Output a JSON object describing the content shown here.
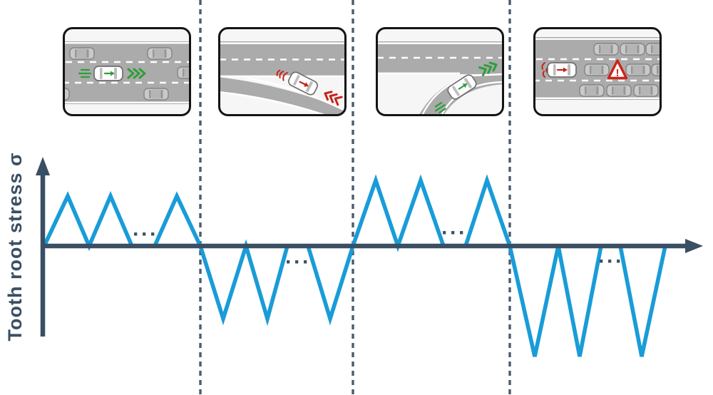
{
  "figure": {
    "y_axis_label": "Tooth root stress σ",
    "ellipsis": "···",
    "warning_exclamation": "!",
    "palette": {
      "waveform_blue": "#199cd8",
      "axis_slate": "#3a4f63",
      "separator_slate": "#4a5c6f",
      "acceleration_green": "#2f9e3b",
      "deceleration_red": "#c8231c",
      "road_gray": "#ababab"
    }
  },
  "scenes": [
    {
      "name": "constant-speed-highway",
      "indicator": "green-chevrons-forward"
    },
    {
      "name": "deceleration-exit-curve",
      "indicator": "red-chevrons-backward"
    },
    {
      "name": "acceleration-on-ramp",
      "indicator": "green-chevrons-forward"
    },
    {
      "name": "braking-traffic-jam",
      "indicator": "red-warning-triangle"
    }
  ],
  "chart_data": {
    "type": "line",
    "ylabel": "Tooth root stress σ",
    "xlabel": "",
    "baseline": 0,
    "grid": false,
    "segments": [
      {
        "scene": "constant-speed-highway",
        "sign": "positive",
        "amplitude_rel": 0.45,
        "cycles_shown": 3
      },
      {
        "scene": "deceleration-exit-curve",
        "sign": "negative",
        "amplitude_rel": -0.66,
        "cycles_shown": 3
      },
      {
        "scene": "acceleration-on-ramp",
        "sign": "positive",
        "amplitude_rel": 0.59,
        "cycles_shown": 3
      },
      {
        "scene": "braking-traffic-jam",
        "sign": "negative",
        "amplitude_rel": -1.0,
        "cycles_shown": 3
      }
    ],
    "separator_x": [
      281,
      495,
      715
    ],
    "waveform_points": "62,345 95,275 125,345 155,275 185,345 217,345 248,275 281,345 313,447 345,345 375,447 403,345 432,345 463,447 495,345 527,253 558,345 590,253 622,345 653,345 683,253 715,345 750,500 783,345 813,500 843,345 870,345 900,500 933,345"
  }
}
